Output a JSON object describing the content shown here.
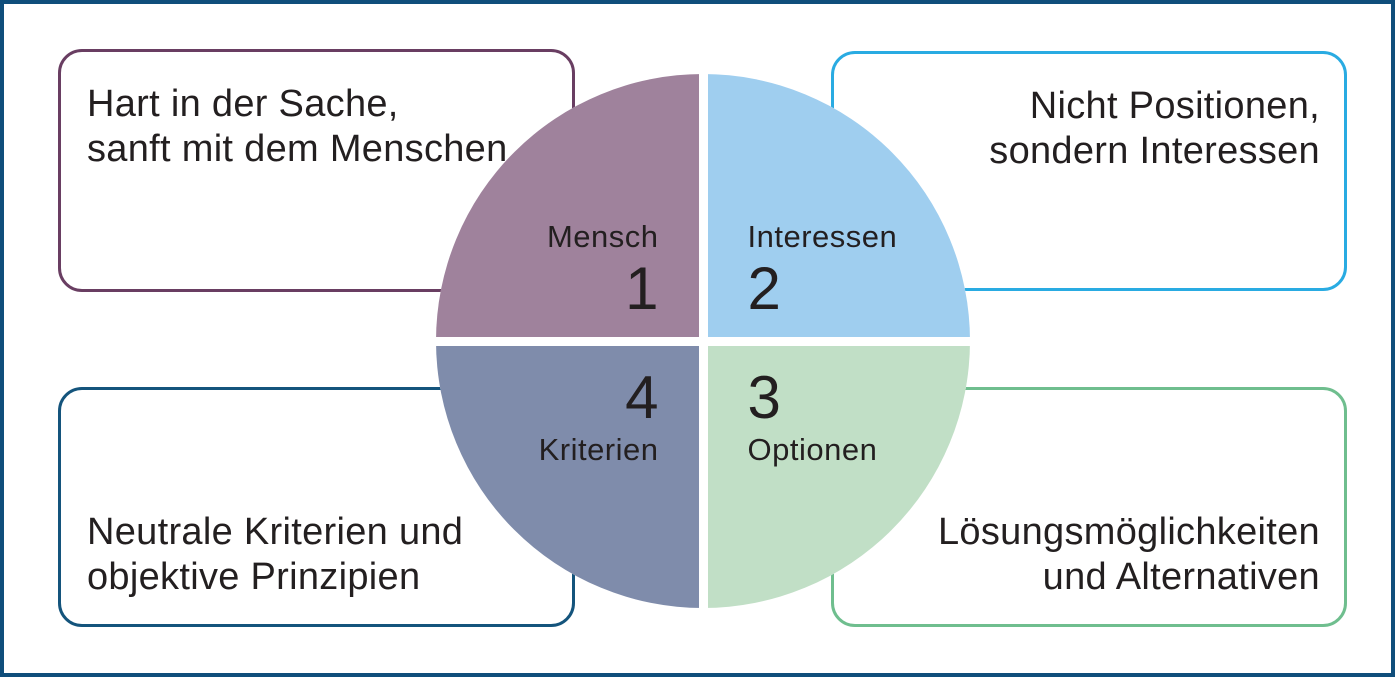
{
  "frame": {
    "border_color": "#0F4E7B"
  },
  "boxes": {
    "top_left": {
      "lines": [
        "Hart in der Sache,",
        "sanft mit dem Menschen"
      ],
      "border_color": "#693E62"
    },
    "top_right": {
      "lines": [
        "Nicht Positionen,",
        "sondern Interessen"
      ],
      "border_color": "#29ABE2"
    },
    "bottom_left": {
      "lines": [
        "Neutrale Kriterien und",
        "objektive Prinzipien"
      ],
      "border_color": "#14547C"
    },
    "bottom_right": {
      "lines": [
        "Lösungsmöglichkeiten",
        "und Alternativen"
      ],
      "border_color": "#6FBE8E"
    }
  },
  "quadrants": {
    "q1": {
      "label": "Mensch",
      "number": "1",
      "color": "#9F829C"
    },
    "q2": {
      "label": "Interessen",
      "number": "2",
      "color": "#9FCEEF"
    },
    "q3": {
      "label": "Optionen",
      "number": "3",
      "color": "#C1DFC6"
    },
    "q4": {
      "label": "Kriterien",
      "number": "4",
      "color": "#7F8CAB"
    }
  },
  "text_color": "#231F20"
}
